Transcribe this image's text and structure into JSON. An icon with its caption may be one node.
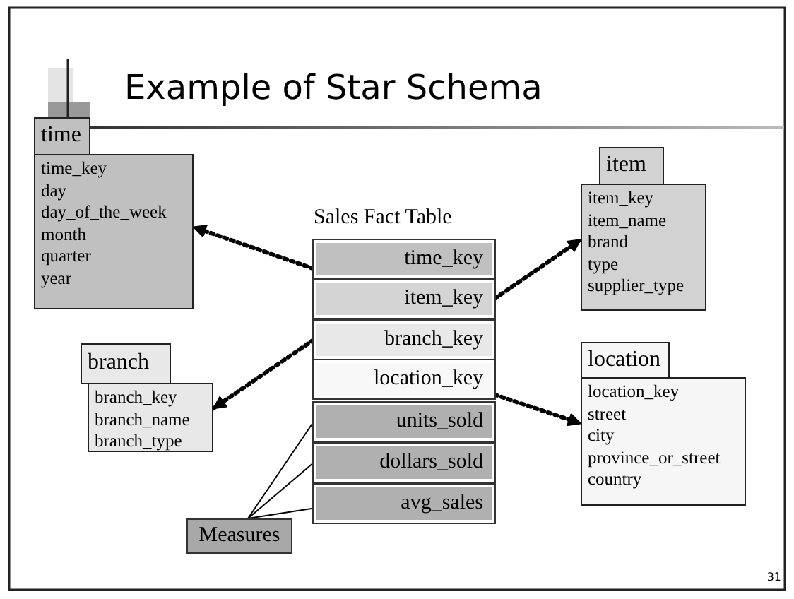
{
  "diagram": {
    "title": "Example of Star Schema",
    "nodes": [
      {
        "text": [
          "time",
          "time_key",
          "day",
          "day_of_the_week",
          "month",
          "quarter",
          "year"
        ]
      },
      {
        "text": [
          "Sales Fact Table"
        ]
      },
      {
        "text": [
          "time_key"
        ],
        "in": 1
      },
      {
        "text": [
          "item_key"
        ],
        "in": 1
      },
      {
        "text": [
          "branch_key"
        ],
        "in": 1
      },
      {
        "text": [
          "location_key"
        ],
        "in": 1
      },
      {
        "text": [
          "units_sold"
        ],
        "in": 1
      },
      {
        "text": [
          "dollars_sold"
        ],
        "in": 1
      },
      {
        "text": [
          "avg_sales"
        ],
        "in": 1
      },
      {
        "text": [
          "item",
          "item_key",
          "item_name",
          "brand",
          "type",
          "supplier_type"
        ]
      },
      {
        "text": [
          "branch",
          "branch_key",
          "branch_name",
          "branch_type"
        ]
      },
      {
        "text": [
          "location",
          "location_key",
          "street",
          "city",
          "province_or_street",
          "country"
        ]
      },
      {
        "text": [
          "Measures"
        ]
      }
    ],
    "edges": [
      {
        "from": 2,
        "to": 0,
        "arrow": "to",
        "style": "dashed"
      },
      {
        "from": 3,
        "to": 9,
        "arrow": "to",
        "style": "dashed"
      },
      {
        "from": 4,
        "to": 10,
        "arrow": "to",
        "style": "dashed"
      },
      {
        "from": 5,
        "to": 11,
        "arrow": "to",
        "style": "dashed"
      },
      {
        "from": 12,
        "to": 6,
        "arrow": "none"
      },
      {
        "from": 12,
        "to": 7,
        "arrow": "none"
      },
      {
        "from": 12,
        "to": 8,
        "arrow": "none"
      }
    ],
    "labels": [
      "31"
    ]
  }
}
